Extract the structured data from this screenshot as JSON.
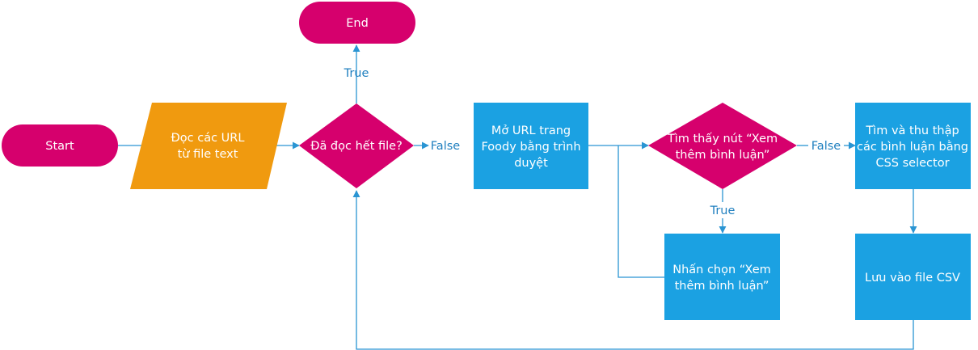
{
  "colors": {
    "terminal": "#d6006d",
    "io": "#f09a0f",
    "decision": "#d6006d",
    "process": "#1ba1e2",
    "edge": "#2a95d3",
    "edge_label": "#1f7fbf",
    "text": "#ffffff"
  },
  "nodes": {
    "start": {
      "label": "Start"
    },
    "end": {
      "label": "End"
    },
    "read_urls": {
      "lines": [
        "Đọc các URL",
        "từ file text"
      ]
    },
    "all_read": {
      "label": "Đã đọc hết file?"
    },
    "open_url": {
      "lines": [
        "Mở URL trang",
        "Foody bằng trình",
        "duyệt"
      ]
    },
    "find_more": {
      "lines": [
        "Tìm thấy nút “Xem",
        "thêm bình luận”"
      ]
    },
    "collect": {
      "lines": [
        "Tìm và thu thập",
        "các bình luận bằng",
        "CSS selector"
      ]
    },
    "click_more": {
      "lines": [
        "Nhấn chọn “Xem",
        "thêm bình luận”"
      ]
    },
    "save_csv": {
      "label": "Lưu vào file CSV"
    }
  },
  "edges": {
    "all_read_true": "True",
    "all_read_false": "False",
    "find_more_false": "False",
    "find_more_true": "True"
  }
}
